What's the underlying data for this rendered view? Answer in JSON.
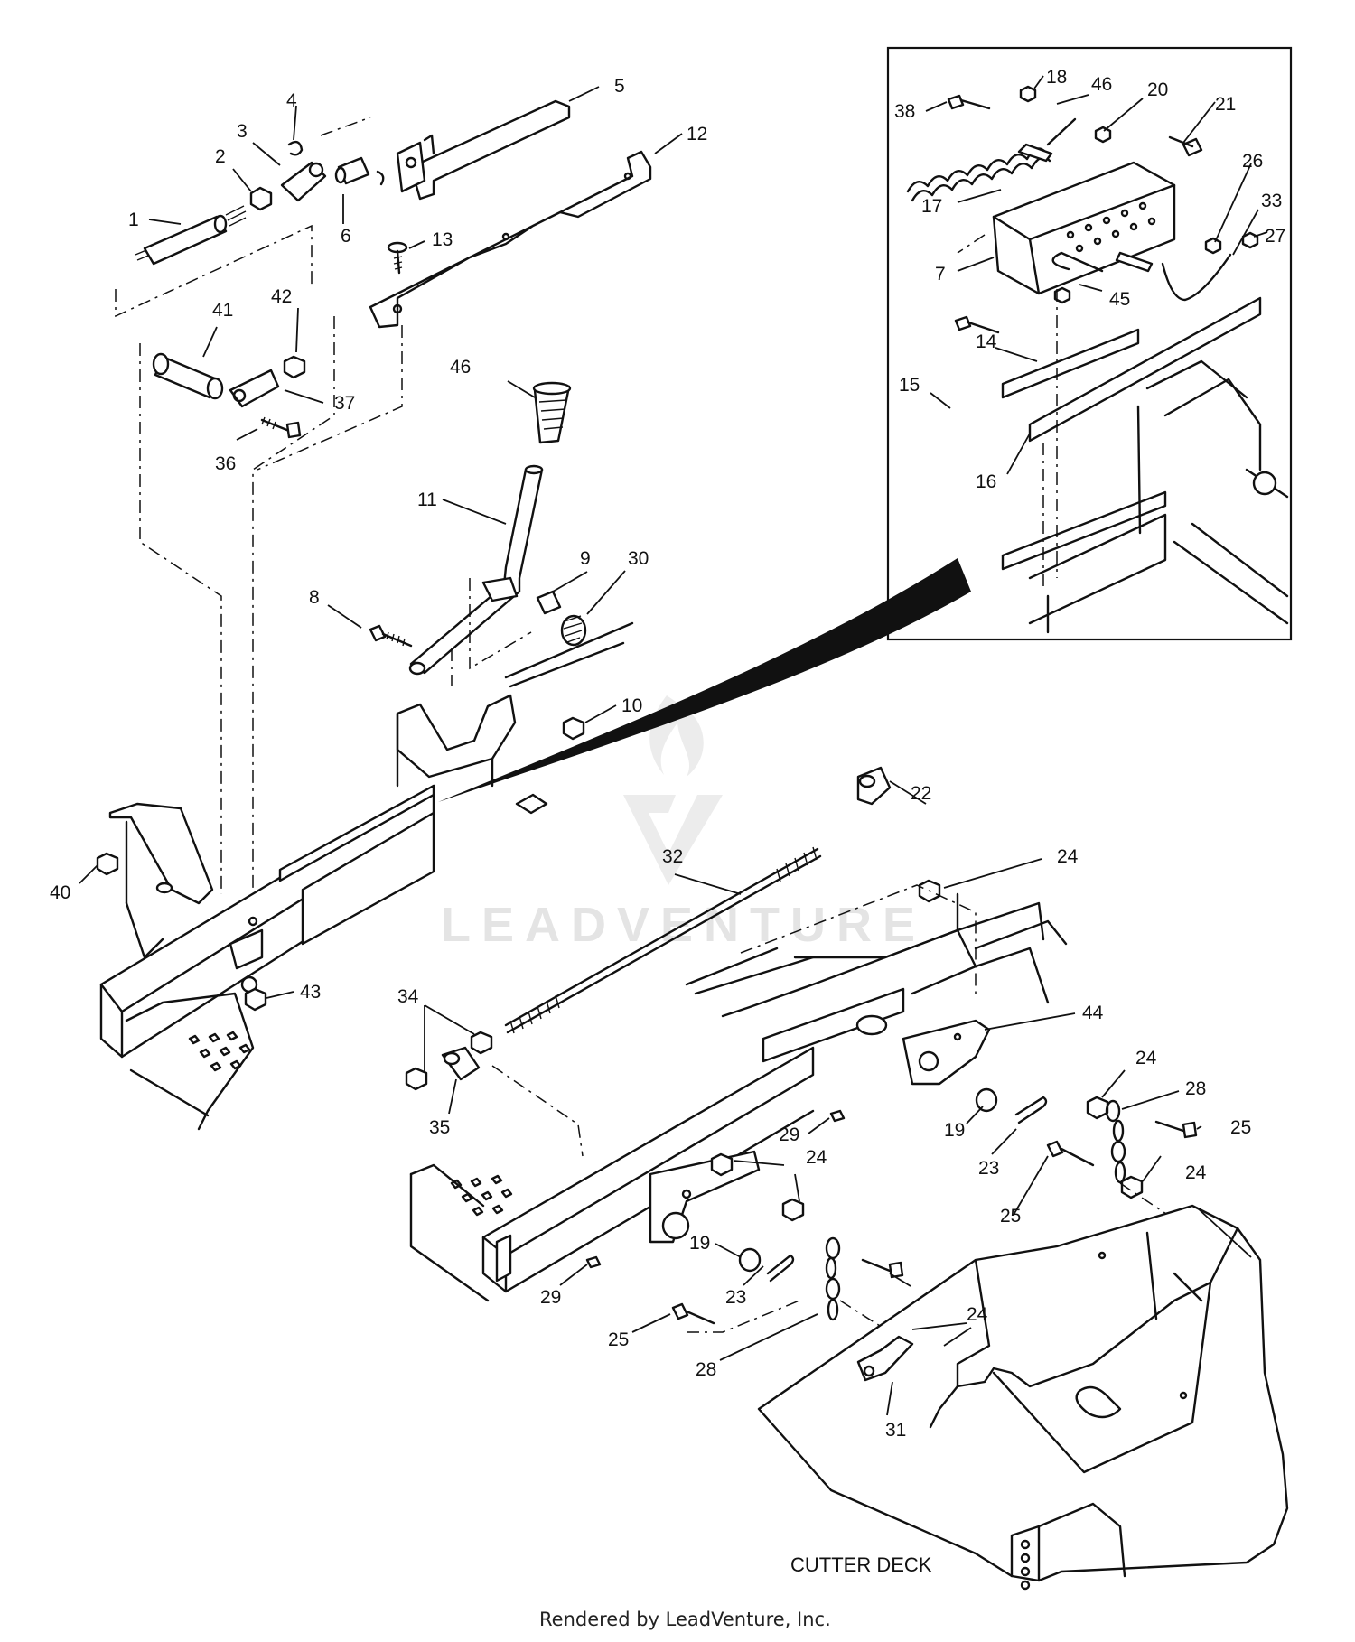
{
  "diagram": {
    "labels": {
      "cutter_deck": "CUTTER DECK",
      "footer": "Rendered by LeadVenture, Inc.",
      "watermark": "LEADVENTURE"
    },
    "callouts": [
      {
        "id": "c1",
        "text": "1"
      },
      {
        "id": "c2",
        "text": "2"
      },
      {
        "id": "c3",
        "text": "3"
      },
      {
        "id": "c4",
        "text": "4"
      },
      {
        "id": "c5",
        "text": "5"
      },
      {
        "id": "c6",
        "text": "6"
      },
      {
        "id": "c12",
        "text": "12"
      },
      {
        "id": "c13",
        "text": "13"
      },
      {
        "id": "c41",
        "text": "41"
      },
      {
        "id": "c42",
        "text": "42"
      },
      {
        "id": "c37",
        "text": "37"
      },
      {
        "id": "c36",
        "text": "36"
      },
      {
        "id": "c46a",
        "text": "46"
      },
      {
        "id": "c11",
        "text": "11"
      },
      {
        "id": "c9",
        "text": "9"
      },
      {
        "id": "c30",
        "text": "30"
      },
      {
        "id": "c8",
        "text": "8"
      },
      {
        "id": "c10",
        "text": "10"
      },
      {
        "id": "c40",
        "text": "40"
      },
      {
        "id": "c43",
        "text": "43"
      },
      {
        "id": "c22",
        "text": "22"
      },
      {
        "id": "c32",
        "text": "32"
      },
      {
        "id": "c24a",
        "text": "24"
      },
      {
        "id": "c34",
        "text": "34"
      },
      {
        "id": "c35",
        "text": "35"
      },
      {
        "id": "c44",
        "text": "44"
      },
      {
        "id": "c24b",
        "text": "24"
      },
      {
        "id": "c28a",
        "text": "28"
      },
      {
        "id": "c25a",
        "text": "25"
      },
      {
        "id": "c29a",
        "text": "29"
      },
      {
        "id": "c19a",
        "text": "19"
      },
      {
        "id": "c23a",
        "text": "23"
      },
      {
        "id": "c24c",
        "text": "24"
      },
      {
        "id": "c25b",
        "text": "25"
      },
      {
        "id": "c24d",
        "text": "24"
      },
      {
        "id": "c19b",
        "text": "19"
      },
      {
        "id": "c23b",
        "text": "23"
      },
      {
        "id": "c29b",
        "text": "29"
      },
      {
        "id": "c25c",
        "text": "25"
      },
      {
        "id": "c28b",
        "text": "28"
      },
      {
        "id": "c24e",
        "text": "24"
      },
      {
        "id": "c31",
        "text": "31"
      },
      {
        "id": "c38",
        "text": "38"
      },
      {
        "id": "c18",
        "text": "18"
      },
      {
        "id": "c46b",
        "text": "46"
      },
      {
        "id": "c20",
        "text": "20"
      },
      {
        "id": "c21",
        "text": "21"
      },
      {
        "id": "c26",
        "text": "26"
      },
      {
        "id": "c33",
        "text": "33"
      },
      {
        "id": "c27",
        "text": "27"
      },
      {
        "id": "c17",
        "text": "17"
      },
      {
        "id": "c7",
        "text": "7"
      },
      {
        "id": "c45",
        "text": "45"
      },
      {
        "id": "c14",
        "text": "14"
      },
      {
        "id": "c15",
        "text": "15"
      },
      {
        "id": "c16",
        "text": "16"
      }
    ]
  }
}
